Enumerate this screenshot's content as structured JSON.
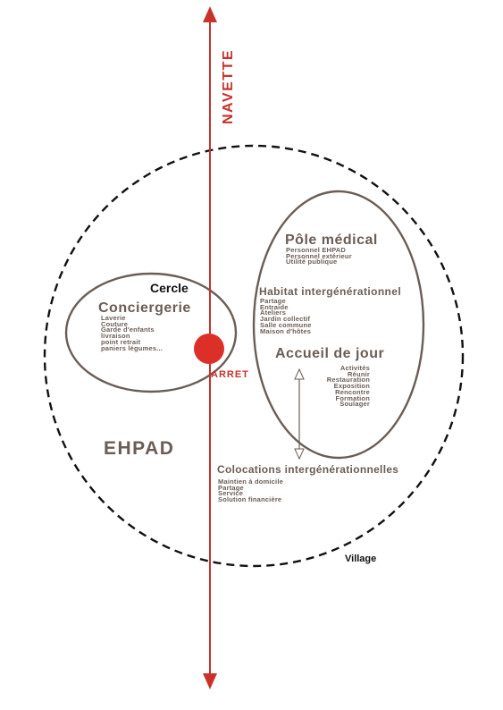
{
  "labels": {
    "navette": "NAVETTE",
    "arret": "ARRET",
    "ehpad": "EHPAD",
    "village": "Village",
    "cercle": "Cercle"
  },
  "conciergerie": {
    "title": "Conciergerie",
    "items": [
      "Laverie",
      "Couture",
      "Garde d'enfants",
      "livraison",
      "point retrait",
      "paniers légumes..."
    ]
  },
  "pole_medical": {
    "title": "Pôle médical",
    "items": [
      "Personnel EHPAD",
      "Personnel extérieur",
      "Utilité publique"
    ]
  },
  "habitat": {
    "title": "Habitat intergénérationnel",
    "items": [
      "Partage",
      "Entraide",
      "Ateliers",
      "Jardin collectif",
      "Salle commune",
      "Maison d'hôtes"
    ]
  },
  "accueil": {
    "title": "Accueil de jour",
    "items": [
      "Activités",
      "Réunir",
      "Restauration",
      "Exposition",
      "Rencontre",
      "Formation",
      "Soulager"
    ]
  },
  "colocations": {
    "title": "Colocations intergénérationnelles",
    "items": [
      "Maintien à domicile",
      "Partage",
      "Service",
      "Solution financière"
    ]
  },
  "colors": {
    "accent_red": "#c8322b",
    "brown": "#6b5d55",
    "black": "#111111"
  }
}
